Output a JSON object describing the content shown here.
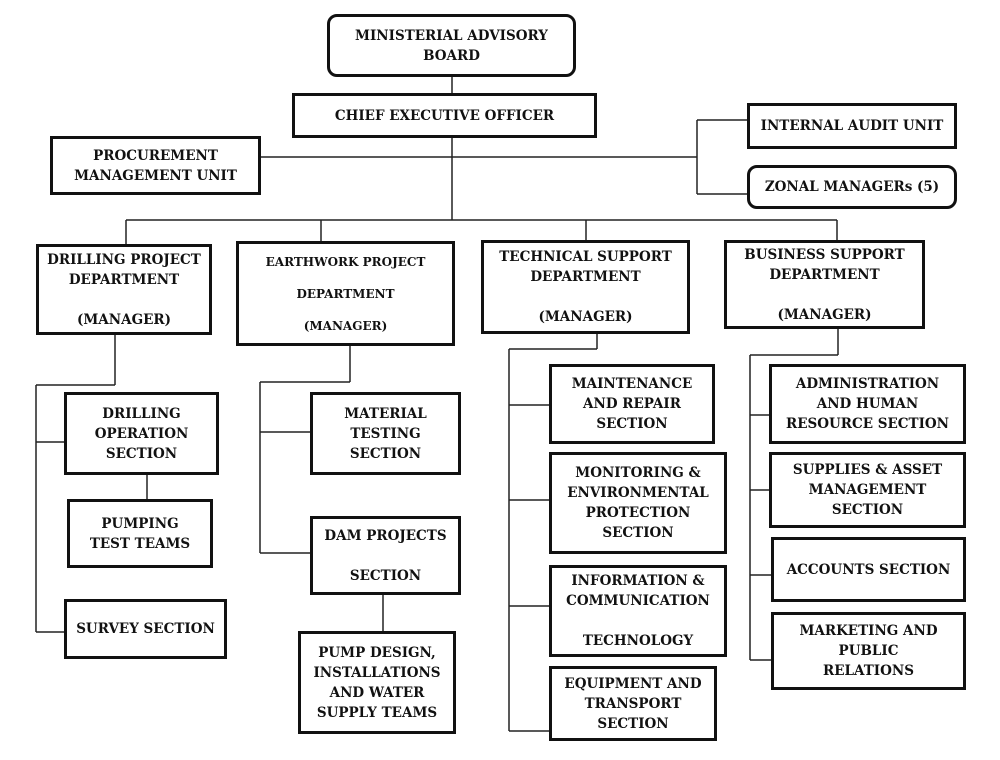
{
  "board": "MINISTERIAL ADVISORY\nBOARD",
  "ceo": "CHIEF EXECUTIVE OFFICER",
  "procurement": "PROCUREMENT\nMANAGEMENT UNIT",
  "internal_audit": "INTERNAL AUDIT UNIT",
  "zonal_managers": "ZONAL MANAGERs (5)",
  "departments": {
    "drilling": "DRILLING PROJECT\nDEPARTMENT\n\n(MANAGER)",
    "earthwork": "EARTHWORK PROJECT\n\nDEPARTMENT\n\n(MANAGER)",
    "technical": "TECHNICAL SUPPORT\nDEPARTMENT\n\n(MANAGER)",
    "business": "BUSINESS SUPPORT\nDEPARTMENT\n\n(MANAGER)"
  },
  "drilling_units": {
    "operation": "DRILLING\nOPERATION\nSECTION",
    "pumping": "PUMPING\nTEST TEAMS",
    "survey": "SURVEY SECTION"
  },
  "earthwork_units": {
    "material": "MATERIAL\nTESTING\nSECTION",
    "dam": "DAM PROJECTS\n\nSECTION",
    "pump_design": "PUMP DESIGN,\nINSTALLATIONS\nAND WATER\nSUPPLY TEAMS"
  },
  "technical_units": {
    "maintenance": "MAINTENANCE\nAND REPAIR\nSECTION",
    "monitoring": "MONITORING &\nENVIRONMENTAL\nPROTECTION\nSECTION",
    "ict": "INFORMATION &\nCOMMUNICATION\n\nTECHNOLOGY",
    "equipment": "EQUIPMENT AND\nTRANSPORT\nSECTION"
  },
  "business_units": {
    "admin": "ADMINISTRATION\nAND HUMAN\nRESOURCE SECTION",
    "supplies": "SUPPLIES & ASSET\nMANAGEMENT\nSECTION",
    "accounts": "ACCOUNTS SECTION",
    "marketing": "MARKETING AND\nPUBLIC\nRELATIONS"
  }
}
